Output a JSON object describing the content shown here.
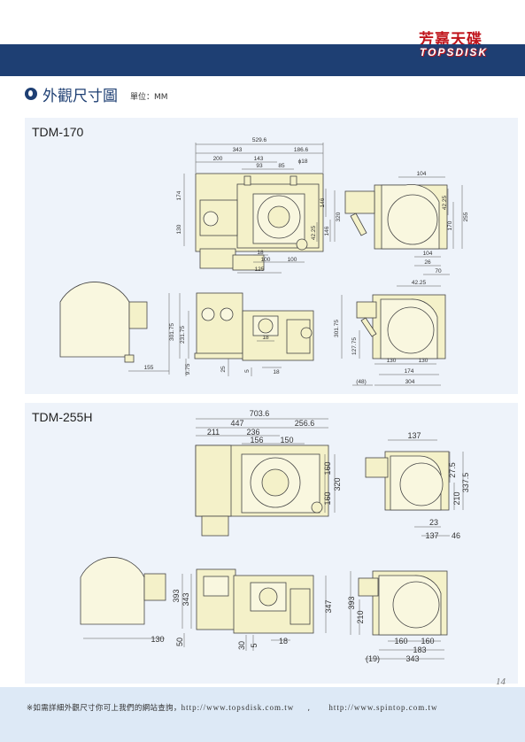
{
  "brand": {
    "name_cn": "芳嘉天碟",
    "name_en": "TOPSDISK"
  },
  "title": {
    "text": "外觀尺寸圖",
    "unit": "單位：MM"
  },
  "sections": [
    {
      "model": "TDM-170",
      "dims": {
        "w_total": "529.6",
        "w_343": "343",
        "w_186_6": "186.6",
        "w_200": "200",
        "w_143": "143",
        "w_93": "93",
        "w_85": "85",
        "phi_18": "ϕ18",
        "h_174": "174",
        "h_130": "130",
        "h_146a": "146",
        "h_320": "320",
        "h_146b": "146",
        "h_42_25a": "42.25",
        "w_18": "18",
        "w_100a": "100",
        "w_100b": "100",
        "w_125": "125",
        "w_104a": "104",
        "h_42_25b": "42.25",
        "h_170": "170",
        "h_255": "255",
        "w_104b": "104",
        "w_26": "26",
        "w_70": "70",
        "w_42_25c": "42.25",
        "w_155": "155",
        "h_301_75a": "301.75",
        "h_231_75": "231.75",
        "h_9_75": "9.75",
        "h_25": "25",
        "h_5": "5",
        "w_18b": "18",
        "w_18c": "18",
        "h_301_75b": "301.75",
        "h_127_75": "127.75",
        "w_130a": "130",
        "w_130b": "130",
        "w_174": "174",
        "w_48": "(48)",
        "w_304": "304"
      }
    },
    {
      "model": "TDM-255H",
      "dims": {
        "w_total": "703.6",
        "w_447": "447",
        "w_256_6": "256.6",
        "w_211": "211",
        "w_236": "236",
        "w_156": "156",
        "w_150": "150",
        "h_160a": "160",
        "h_160b": "160",
        "h_320": "320",
        "w_137a": "137",
        "h_27_5": "27.5",
        "h_337_5": "337.5",
        "h_210a": "210",
        "w_23": "23",
        "w_137b": "137",
        "w_46": "46",
        "h_393a": "393",
        "h_343": "343",
        "w_130": "130",
        "h_50": "50",
        "h_30": "30",
        "h_5": "5",
        "w_18": "18",
        "h_347": "347",
        "h_393b": "393",
        "h_210b": "210",
        "w_160a": "160",
        "w_160b": "160",
        "w_183": "183",
        "w_19": "(19)",
        "w_343": "343"
      }
    }
  ],
  "footer": {
    "note": "※如需詳細外觀尺寸你可上我們的網站查詢，",
    "url1": "http://www.topsdisk.com.tw",
    "separator": ",",
    "url2": "http://www.spintop.com.tw"
  },
  "page_number": "14",
  "colors": {
    "header_bar": "#1e3f73",
    "brand_red": "#c0161d",
    "panel_bg": "#eef3fa",
    "machine_fill": "#f4f1c9",
    "footer_bg": "#dde9f6"
  }
}
